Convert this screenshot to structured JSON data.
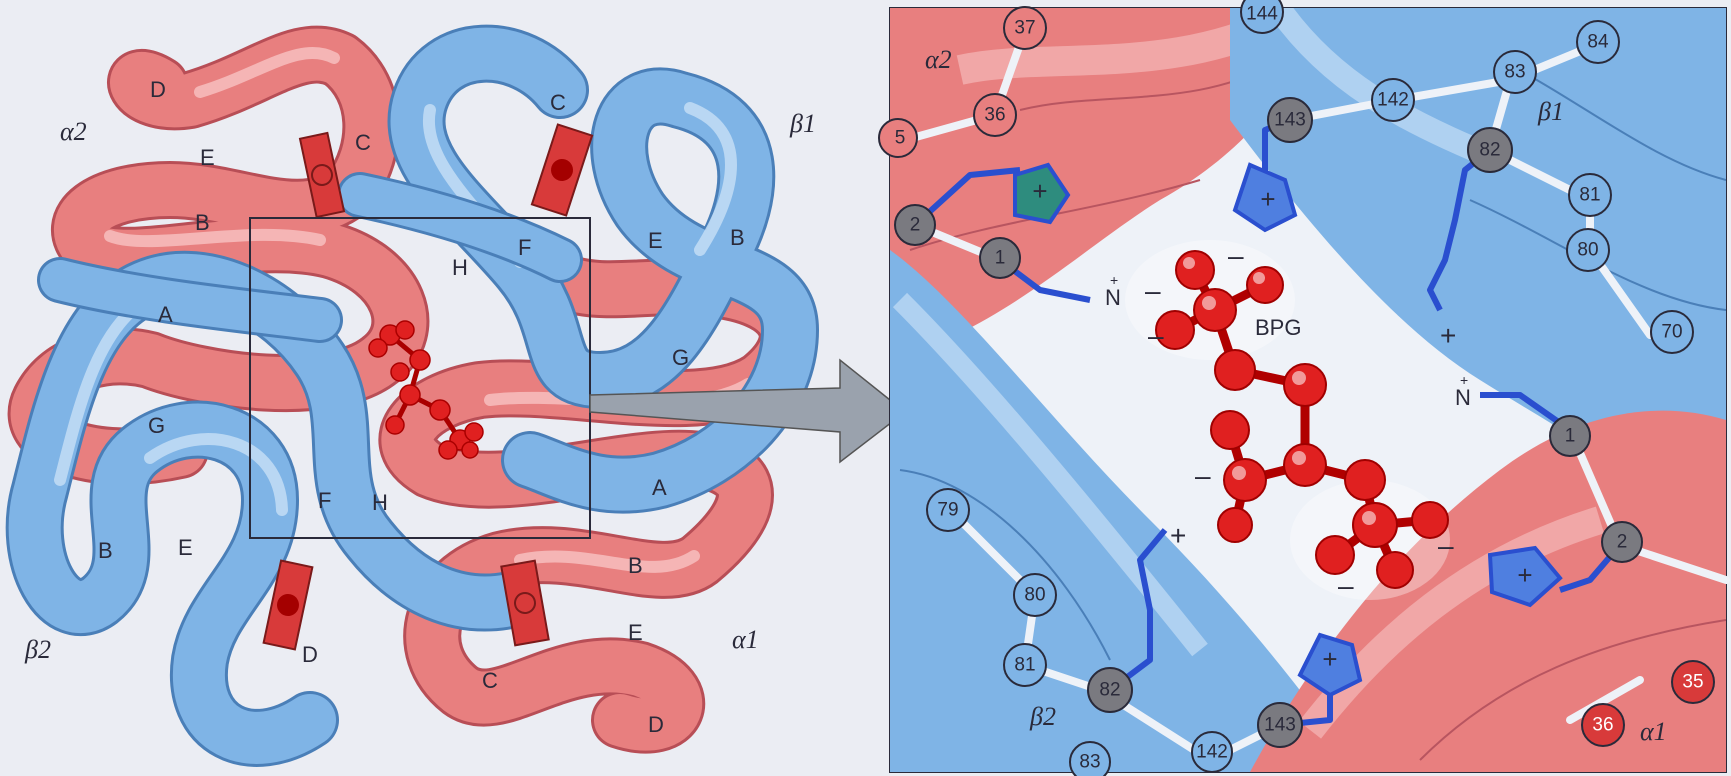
{
  "overview": {
    "subunits": {
      "alpha2": "α2",
      "beta1": "β1",
      "beta2": "β2",
      "alpha1": "α1"
    },
    "helix_labels_alpha2": [
      "D",
      "E",
      "C",
      "B"
    ],
    "helix_labels_beta1": [
      "C",
      "E",
      "B",
      "F",
      "H",
      "G",
      "A"
    ],
    "helix_labels_beta2": [
      "A",
      "G",
      "F",
      "H",
      "B",
      "E",
      "D"
    ],
    "helix_labels_alpha1": [
      "B",
      "E",
      "C",
      "D"
    ]
  },
  "detail": {
    "subunits": {
      "alpha2": "α2",
      "beta1": "β1",
      "beta2": "β2",
      "alpha1": "α1"
    },
    "ligand_label": "BPG",
    "residues_top": [
      "37",
      "36",
      "5",
      "144",
      "143",
      "142",
      "83",
      "84",
      "82",
      "81",
      "80",
      "70",
      "2",
      "1"
    ],
    "residues_bottom": [
      "79",
      "80",
      "81",
      "82",
      "83",
      "142",
      "143",
      "1",
      "2",
      "35",
      "36"
    ],
    "charges": {
      "plus": "+",
      "minus": "–",
      "amine": "N"
    }
  },
  "colors": {
    "alpha_subunit": "#e87f7f",
    "beta_subunit": "#7fb4e6",
    "heme": "#d83a3a",
    "bpg": "#e02020",
    "side_chain": "#2a4fcf",
    "carbon_atom": "#7a7a80"
  }
}
